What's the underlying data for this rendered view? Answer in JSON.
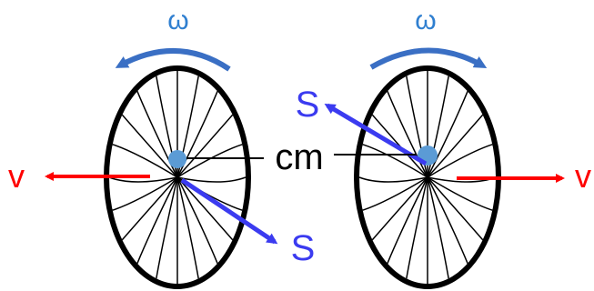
{
  "labels": {
    "omega": "ω",
    "velocity": "v",
    "spin": "S",
    "center_of_mass": "cm"
  },
  "colors": {
    "velocity_arrow": "#ff0000",
    "spin_arrow": "#3b3bf0",
    "omega_arrow": "#3a6fc4",
    "omega_label": "#2f7fd0",
    "cm_dot": "#5b9bd5",
    "wheel": "#000000"
  }
}
